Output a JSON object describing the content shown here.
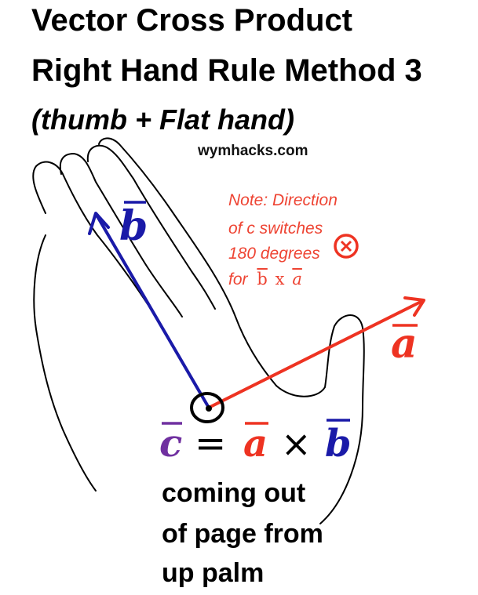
{
  "title": {
    "line1": "Vector Cross Product",
    "line2": "Right Hand Rule Method 3",
    "line3": "(thumb + Flat hand)"
  },
  "website": "wymhacks.com",
  "note": {
    "line1": "Note: Direction",
    "line2": "of c switches",
    "line3": "180 degrees",
    "line4_prefix": "for",
    "line4_b": "b",
    "line4_x": "x",
    "line4_a": "a"
  },
  "vectors": {
    "a": {
      "label": "a",
      "color": "#ee3322"
    },
    "b": {
      "label": "b",
      "color": "#1a1aa8"
    },
    "c": {
      "label": "c",
      "color": "#7030a0"
    }
  },
  "equation": {
    "c": "c",
    "equals": "=",
    "a": "a",
    "times": "×",
    "b": "b"
  },
  "description": {
    "line1": "coming out",
    "line2": "of page from",
    "line3": "up palm"
  }
}
